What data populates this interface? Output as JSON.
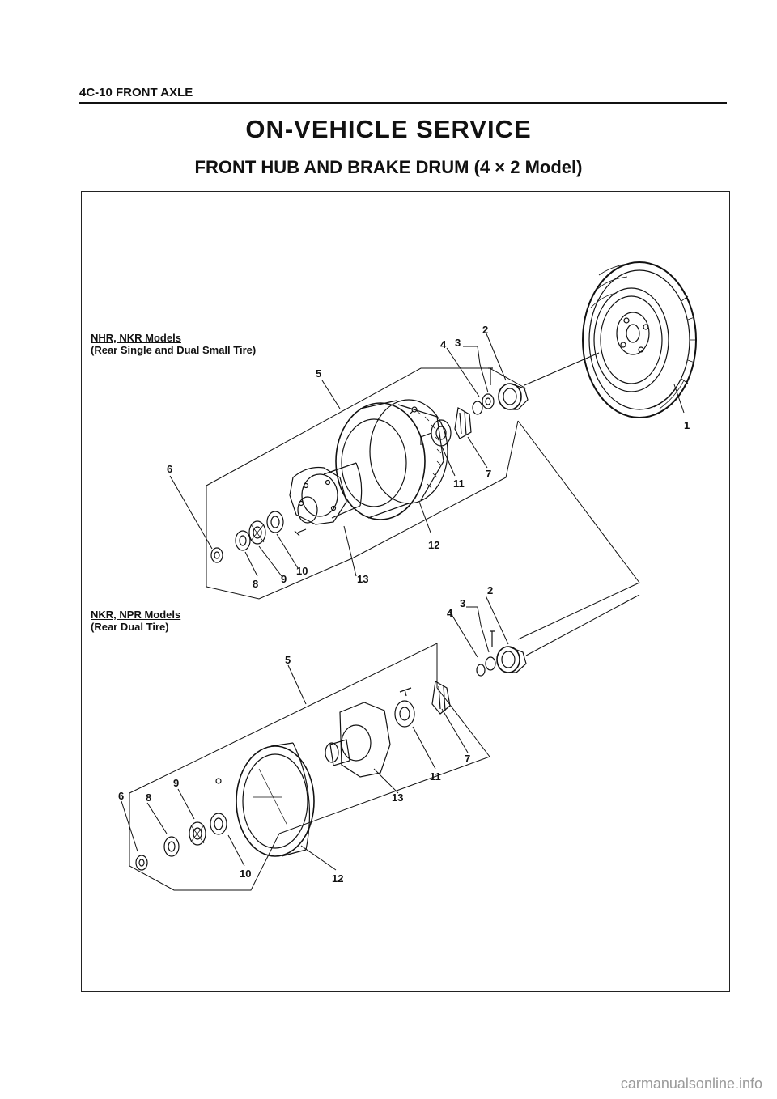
{
  "header": {
    "section": "4C-10 FRONT AXLE"
  },
  "title": "ON-VEHICLE SERVICE",
  "subtitle": "FRONT HUB AND BRAKE DRUM (4 × 2 Model)",
  "groups": [
    {
      "line1": "NHR, NKR Models",
      "line2": "(Rear Single and Dual Small Tire)"
    },
    {
      "line1": "NKR, NPR Models",
      "line2": "(Rear Dual Tire)"
    }
  ],
  "callouts": [
    "1",
    "2",
    "3",
    "4",
    "5",
    "6",
    "7",
    "8",
    "9",
    "10",
    "11",
    "12",
    "13"
  ],
  "footer": "carmanualsonline.info"
}
